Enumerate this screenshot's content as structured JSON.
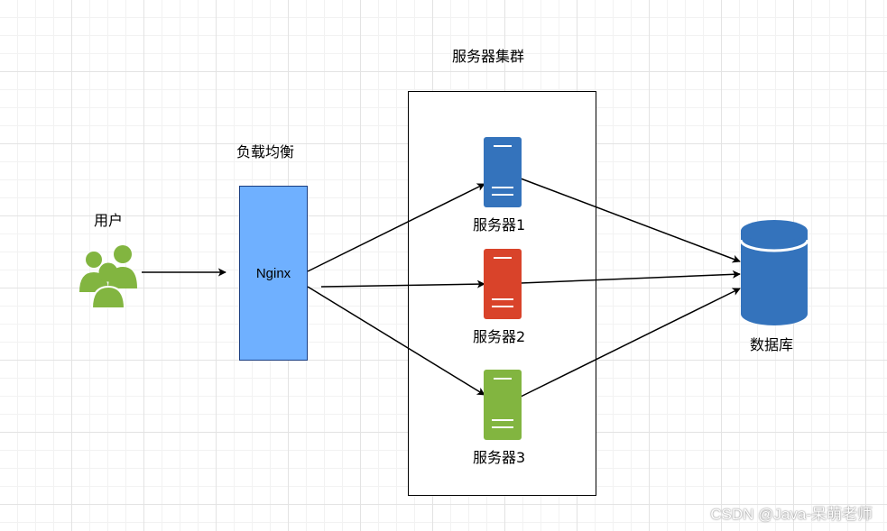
{
  "labels": {
    "user": "用户",
    "load_balancer": "负载均衡",
    "nginx": "Nginx",
    "cluster": "服务器集群",
    "server1": "服务器1",
    "server2": "服务器2",
    "server3": "服务器3",
    "database": "数据库"
  },
  "watermark": "CSDN @Java-呆萌老师",
  "icons": {
    "users": "users-icon",
    "server1": "server-icon",
    "server2": "server-icon",
    "server3": "server-icon",
    "database": "database-icon"
  },
  "colors": {
    "users": "#82b540",
    "server1": "#3473bc",
    "server2": "#d9432a",
    "server3": "#82b540",
    "database": "#3473bc",
    "nginx_fill": "#6fb0ff"
  }
}
